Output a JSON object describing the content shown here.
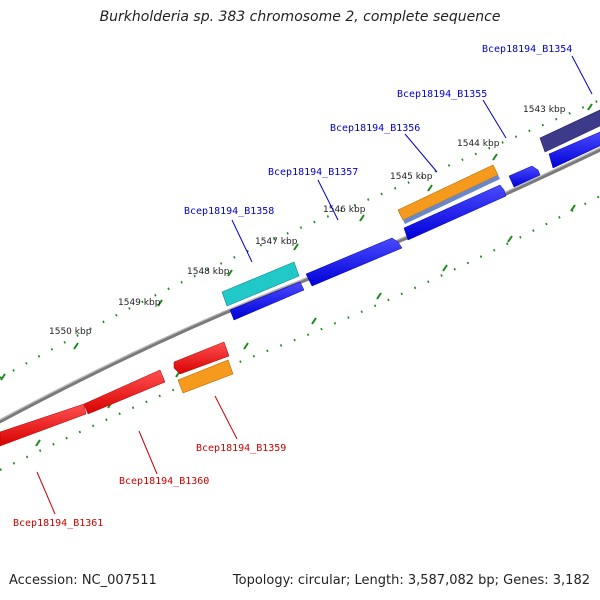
{
  "title": "Burkholderia sp. 383 chromosome 2, complete sequence",
  "footer": {
    "accession": "Accession: NC_007511",
    "summary": "Topology: circular; Length: 3,587,082 bp; Genes: 3,182"
  },
  "ruler": {
    "ticks": [
      "1543 kbp",
      "1544 kbp",
      "1545 kbp",
      "1546 kbp",
      "1547 kbp",
      "1548 kbp",
      "1549 kbp",
      "1550 kbp"
    ]
  },
  "genes": [
    {
      "label": "Bcep18194_B1354",
      "strand": "forward"
    },
    {
      "label": "Bcep18194_B1355",
      "strand": "forward"
    },
    {
      "label": "Bcep18194_B1356",
      "strand": "forward"
    },
    {
      "label": "Bcep18194_B1357",
      "strand": "forward"
    },
    {
      "label": "Bcep18194_B1358",
      "strand": "forward"
    },
    {
      "label": "Bcep18194_B1359",
      "strand": "reverse"
    },
    {
      "label": "Bcep18194_B1360",
      "strand": "reverse"
    },
    {
      "label": "Bcep18194_B1361",
      "strand": "reverse"
    }
  ],
  "colors": {
    "forward_label": "#0000cc",
    "reverse_label": "#cc0000",
    "cds_forward": "#0000ee",
    "cds_reverse": "#ee0000",
    "gene_teal": "#20c8c8",
    "gene_orange": "#f59a1c",
    "gene_purple": "#3e3a8a",
    "backbone": "#7a7a7a",
    "tick": "#1a8a1a"
  }
}
